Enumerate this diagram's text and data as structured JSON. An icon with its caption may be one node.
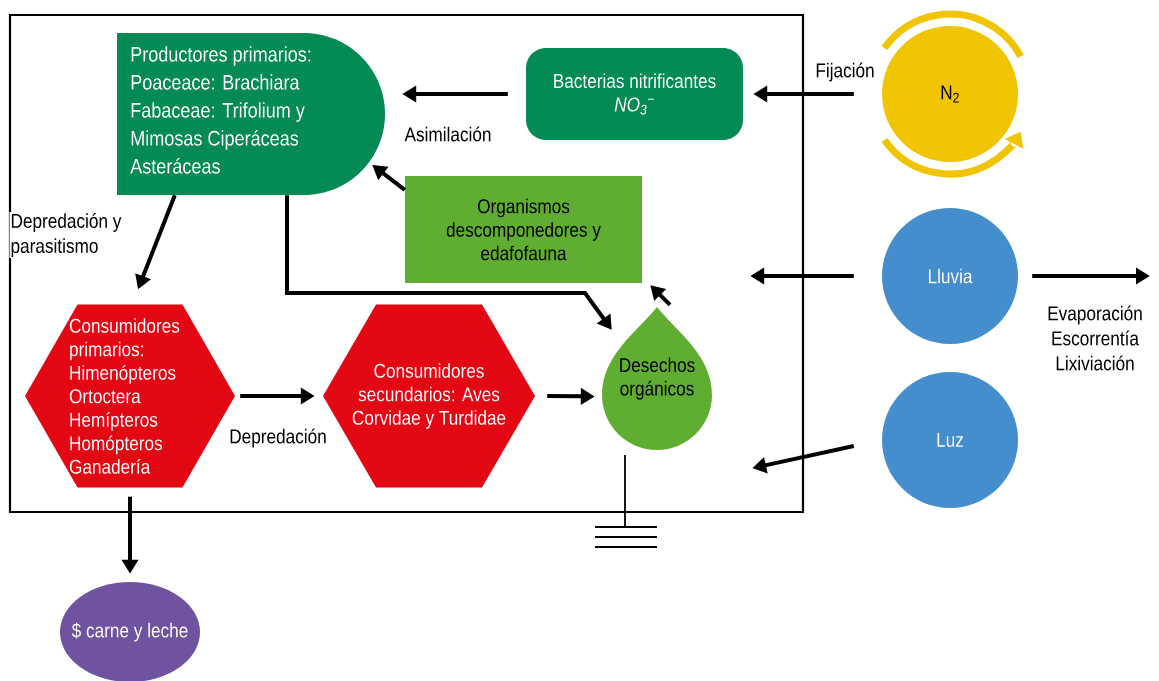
{
  "diagram": {
    "nodes": [
      {
        "text": [],
        "shape": "box"
      },
      {
        "text": [
          "Productores primarios: Poaceace: Brachiara Fabaceae: Trifolium y Mimosas Ciperáceas Asteráceas"
        ],
        "in": 0
      },
      {
        "text": [
          "Bacterias nitrificantes",
          "NO$_{3}$$^{−}$"
        ],
        "in": 0
      },
      {
        "text": [
          "Organismos descomponedores y edafofauna"
        ],
        "in": 0
      },
      {
        "text": [
          "Consumidores primarios: Himenópteros Ortoctera Hemípteros Homópteros Ganadería"
        ],
        "in": 0
      },
      {
        "text": [
          "Consumidores secundarios: Aves Corvidae y Turdidae"
        ],
        "in": 0
      },
      {
        "text": [
          "Desechos orgánicos"
        ],
        "in": 0
      },
      {
        "text": [
          "$ carne y leche"
        ]
      },
      {
        "text": [
          "N$_{2}$"
        ]
      },
      {
        "text": [
          "Lluvia"
        ]
      },
      {
        "text": [
          "Luz"
        ]
      }
    ],
    "edges": [
      {
        "from": 2,
        "to": 1,
        "arrow": "to",
        "label": "Asimilación"
      },
      {
        "from": 8,
        "to": 2,
        "arrow": "to",
        "label": "Fijación"
      },
      {
        "from": 3,
        "to": 1,
        "arrow": "to"
      },
      {
        "from": 1,
        "to": 4,
        "arrow": "to",
        "label": "Depredación y parasitismo"
      },
      {
        "from": 4,
        "to": 5,
        "arrow": "to",
        "label": "Depredación"
      },
      {
        "from": 5,
        "to": 6,
        "arrow": "to"
      },
      {
        "from": 1,
        "to": 6,
        "arrow": "to"
      },
      {
        "from": 6,
        "to": 3,
        "arrow": "to"
      },
      {
        "from": 9,
        "to": 0,
        "arrow": "to"
      },
      {
        "from": 9,
        "to": null,
        "arrow": "to",
        "label": "Evaporación Escorrentía Lixiviación"
      },
      {
        "from": 10,
        "to": 0,
        "arrow": "to"
      },
      {
        "from": 4,
        "to": 7,
        "arrow": "to"
      }
    ]
  }
}
